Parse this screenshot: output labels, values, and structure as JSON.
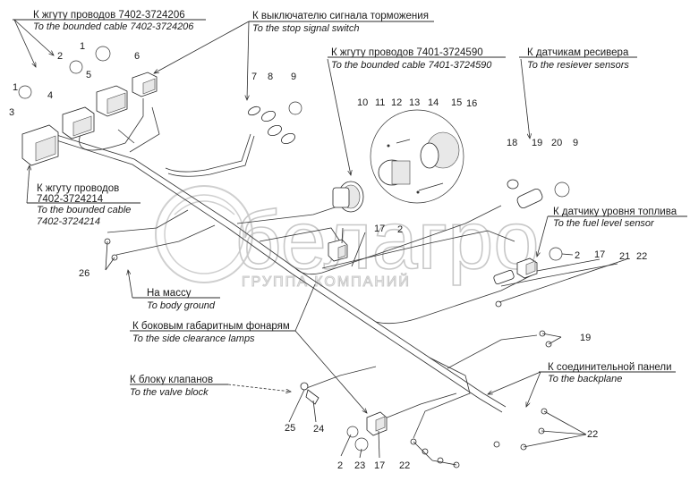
{
  "watermark": {
    "brand": "белагро",
    "subtitle": "ГРУППА КОМПАНИЙ"
  },
  "labels": {
    "harness_7402_3724206": {
      "ru": "К жгуту проводов 7402-3724206",
      "en": "To the bounded cable 7402-3724206"
    },
    "stop_signal": {
      "ru": "К выключателю сигнала торможения",
      "en": "To the stop signal switch"
    },
    "harness_7401_3724590": {
      "ru": "К жгуту проводов 7401-3724590",
      "en": "To the bounded cable 7401-3724590"
    },
    "receiver_sensors": {
      "ru": "К датчикам ресивера",
      "en": "To the resiever sensors"
    },
    "harness_7402_3724214": {
      "ru1": "К жгуту проводов",
      "ru2": "7402-3724214",
      "en1": "To the bounded cable",
      "en2": "7402-3724214"
    },
    "fuel_level": {
      "ru": "К датчику уровня топлива",
      "en": "To the fuel level sensor"
    },
    "body_ground": {
      "ru": "На массу",
      "en": "To body ground"
    },
    "side_lamps": {
      "ru": "К боковым габаритным фонарям",
      "en": "To the side clearance lamps"
    },
    "valve_block": {
      "ru": "К блоку клапанов",
      "en": "To the valve block"
    },
    "backplane": {
      "ru": "К соединительной панели",
      "en": "To the backplane"
    }
  },
  "callouts": [
    {
      "id": "c1a",
      "text": "1"
    },
    {
      "id": "c1b",
      "text": "1"
    },
    {
      "id": "c2a",
      "text": "2"
    },
    {
      "id": "c3",
      "text": "3"
    },
    {
      "id": "c4",
      "text": "4"
    },
    {
      "id": "c5",
      "text": "5"
    },
    {
      "id": "c6",
      "text": "6"
    },
    {
      "id": "c7",
      "text": "7"
    },
    {
      "id": "c8",
      "text": "8"
    },
    {
      "id": "c9a",
      "text": "9"
    },
    {
      "id": "c10",
      "text": "10"
    },
    {
      "id": "c11",
      "text": "11"
    },
    {
      "id": "c12",
      "text": "12"
    },
    {
      "id": "c13",
      "text": "13"
    },
    {
      "id": "c14",
      "text": "14"
    },
    {
      "id": "c15",
      "text": "15"
    },
    {
      "id": "c16",
      "text": "16"
    },
    {
      "id": "c18",
      "text": "18"
    },
    {
      "id": "c19a",
      "text": "19"
    },
    {
      "id": "c20",
      "text": "20"
    },
    {
      "id": "c9b",
      "text": "9"
    },
    {
      "id": "c17a",
      "text": "17"
    },
    {
      "id": "c2b",
      "text": "2"
    },
    {
      "id": "c2c",
      "text": "2"
    },
    {
      "id": "c17b",
      "text": "17"
    },
    {
      "id": "c21",
      "text": "21"
    },
    {
      "id": "c22a",
      "text": "22"
    },
    {
      "id": "c26",
      "text": "26"
    },
    {
      "id": "c19b",
      "text": "19"
    },
    {
      "id": "c25",
      "text": "25"
    },
    {
      "id": "c24",
      "text": "24"
    },
    {
      "id": "c2d",
      "text": "2"
    },
    {
      "id": "c23",
      "text": "23"
    },
    {
      "id": "c17c",
      "text": "17"
    },
    {
      "id": "c22b",
      "text": "22"
    },
    {
      "id": "c22c",
      "text": "22"
    }
  ]
}
